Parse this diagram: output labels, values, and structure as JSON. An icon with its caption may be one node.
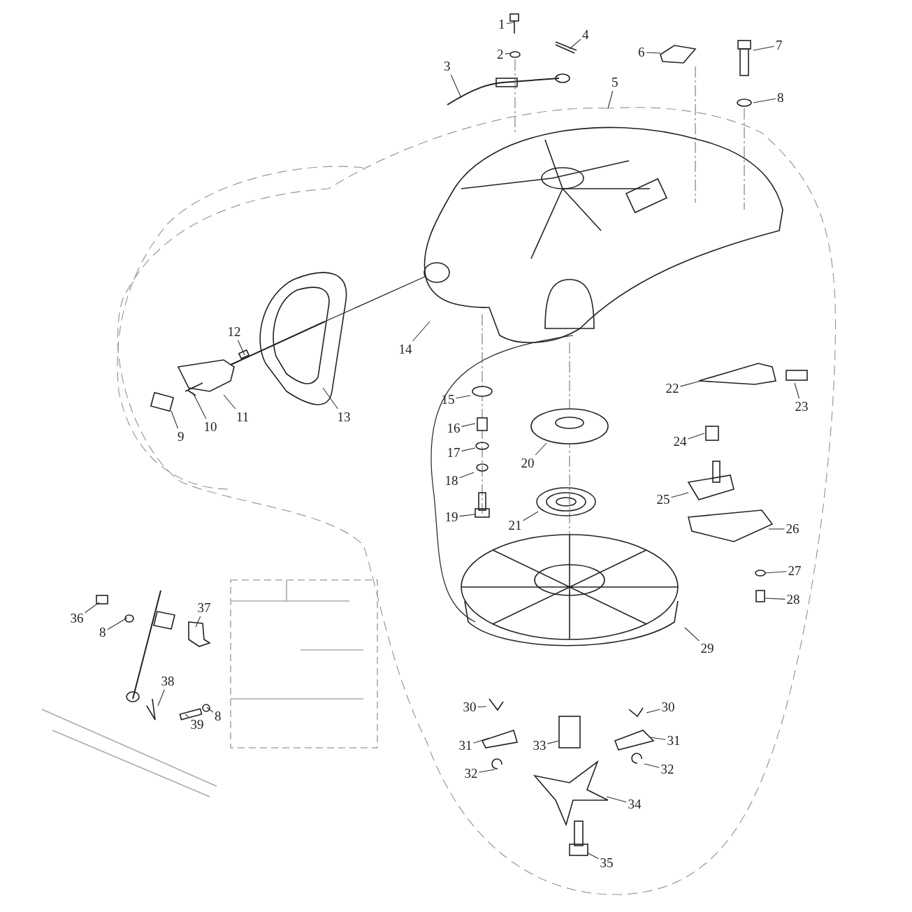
{
  "diagram": {
    "nodes": [
      {
        "text": [
          "1"
        ]
      },
      {
        "text": [
          "2"
        ]
      },
      {
        "text": [
          "4"
        ]
      },
      {
        "text": [
          "3"
        ]
      },
      {
        "text": [
          "6"
        ]
      },
      {
        "text": [
          "7"
        ]
      },
      {
        "text": [
          "8"
        ]
      },
      {
        "text": [
          "5"
        ]
      },
      {
        "text": [
          "14"
        ]
      },
      {
        "text": [
          "12"
        ]
      },
      {
        "text": [
          "11"
        ]
      },
      {
        "text": [
          "13"
        ]
      },
      {
        "text": [
          "10"
        ]
      },
      {
        "text": [
          "9"
        ]
      },
      {
        "text": [
          "15"
        ]
      },
      {
        "text": [
          "22"
        ]
      },
      {
        "text": [
          "23"
        ]
      },
      {
        "text": [
          "16"
        ]
      },
      {
        "text": [
          "17"
        ]
      },
      {
        "text": [
          "20"
        ]
      },
      {
        "text": [
          "18"
        ]
      },
      {
        "text": [
          "24"
        ]
      },
      {
        "text": [
          "25"
        ]
      },
      {
        "text": [
          "19"
        ]
      },
      {
        "text": [
          "21"
        ]
      },
      {
        "text": [
          "26"
        ]
      },
      {
        "text": [
          "27"
        ]
      },
      {
        "text": [
          "28"
        ]
      },
      {
        "text": [
          "36"
        ]
      },
      {
        "text": [
          "8"
        ]
      },
      {
        "text": [
          "37"
        ]
      },
      {
        "text": [
          "29"
        ]
      },
      {
        "text": [
          "38"
        ]
      },
      {
        "text": [
          "39"
        ]
      },
      {
        "text": [
          "8"
        ]
      },
      {
        "text": [
          "30"
        ]
      },
      {
        "text": [
          "30"
        ]
      },
      {
        "text": [
          "31"
        ]
      },
      {
        "text": [
          "31"
        ]
      },
      {
        "text": [
          "33"
        ]
      },
      {
        "text": [
          "32"
        ]
      },
      {
        "text": [
          "32"
        ]
      },
      {
        "text": [
          "34"
        ]
      },
      {
        "text": [
          "35"
        ]
      }
    ],
    "edges": [
      {
        "from": 0,
        "to": null,
        "arrow": "none"
      },
      {
        "from": 1,
        "to": null,
        "arrow": "none"
      },
      {
        "from": 2,
        "to": null,
        "arrow": "none"
      },
      {
        "from": 3,
        "to": null,
        "arrow": "none"
      },
      {
        "from": 4,
        "to": null,
        "arrow": "none"
      },
      {
        "from": 5,
        "to": null,
        "arrow": "none"
      },
      {
        "from": 6,
        "to": null,
        "arrow": "none"
      },
      {
        "from": 7,
        "to": null,
        "arrow": "none"
      },
      {
        "from": 8,
        "to": null,
        "arrow": "none"
      },
      {
        "from": 9,
        "to": null,
        "arrow": "none"
      },
      {
        "from": 10,
        "to": null,
        "arrow": "none"
      },
      {
        "from": 11,
        "to": null,
        "arrow": "none"
      },
      {
        "from": 12,
        "to": null,
        "arrow": "none"
      },
      {
        "from": 13,
        "to": null,
        "arrow": "none"
      },
      {
        "from": 14,
        "to": null,
        "arrow": "none"
      },
      {
        "from": 15,
        "to": null,
        "arrow": "none"
      },
      {
        "from": 16,
        "to": null,
        "arrow": "none"
      },
      {
        "from": 17,
        "to": null,
        "arrow": "none"
      },
      {
        "from": 18,
        "to": null,
        "arrow": "none"
      },
      {
        "from": 19,
        "to": null,
        "arrow": "none"
      },
      {
        "from": 20,
        "to": null,
        "arrow": "none"
      },
      {
        "from": 21,
        "to": null,
        "arrow": "none"
      },
      {
        "from": 22,
        "to": null,
        "arrow": "none"
      },
      {
        "from": 23,
        "to": null,
        "arrow": "none"
      },
      {
        "from": 24,
        "to": null,
        "arrow": "none"
      },
      {
        "from": 25,
        "to": null,
        "arrow": "none"
      },
      {
        "from": 26,
        "to": null,
        "arrow": "none"
      },
      {
        "from": 27,
        "to": null,
        "arrow": "none"
      },
      {
        "from": 28,
        "to": null,
        "arrow": "none"
      },
      {
        "from": 29,
        "to": null,
        "arrow": "none"
      },
      {
        "from": 30,
        "to": null,
        "arrow": "none"
      },
      {
        "from": 31,
        "to": null,
        "arrow": "none"
      },
      {
        "from": 32,
        "to": null,
        "arrow": "none"
      },
      {
        "from": 33,
        "to": null,
        "arrow": "none"
      },
      {
        "from": 34,
        "to": null,
        "arrow": "none"
      },
      {
        "from": 35,
        "to": null,
        "arrow": "none"
      },
      {
        "from": 36,
        "to": null,
        "arrow": "none"
      },
      {
        "from": 37,
        "to": null,
        "arrow": "none"
      },
      {
        "from": 38,
        "to": null,
        "arrow": "none"
      },
      {
        "from": 39,
        "to": null,
        "arrow": "none"
      },
      {
        "from": 40,
        "to": null,
        "arrow": "none"
      },
      {
        "from": 41,
        "to": null,
        "arrow": "none"
      },
      {
        "from": 42,
        "to": null,
        "arrow": "none"
      },
      {
        "from": 43,
        "to": null,
        "arrow": "none"
      }
    ]
  }
}
